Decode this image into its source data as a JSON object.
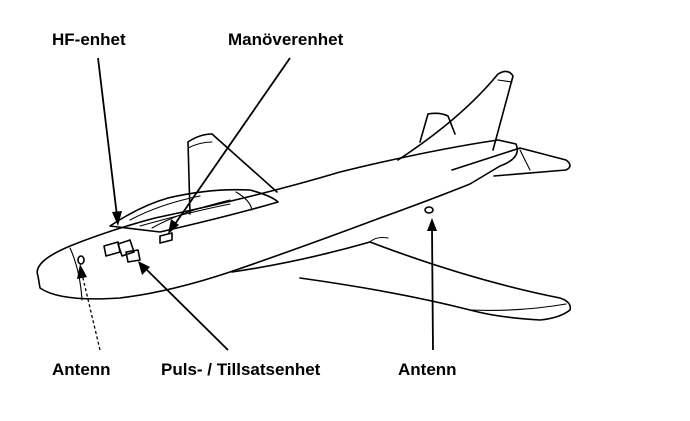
{
  "labels": {
    "hf": "HF-enhet",
    "manover": "Manöverenhet",
    "antenna_left": "Antenn",
    "puls": "Puls- / Tillsatsenhet",
    "antenna_right": "Antenn"
  }
}
